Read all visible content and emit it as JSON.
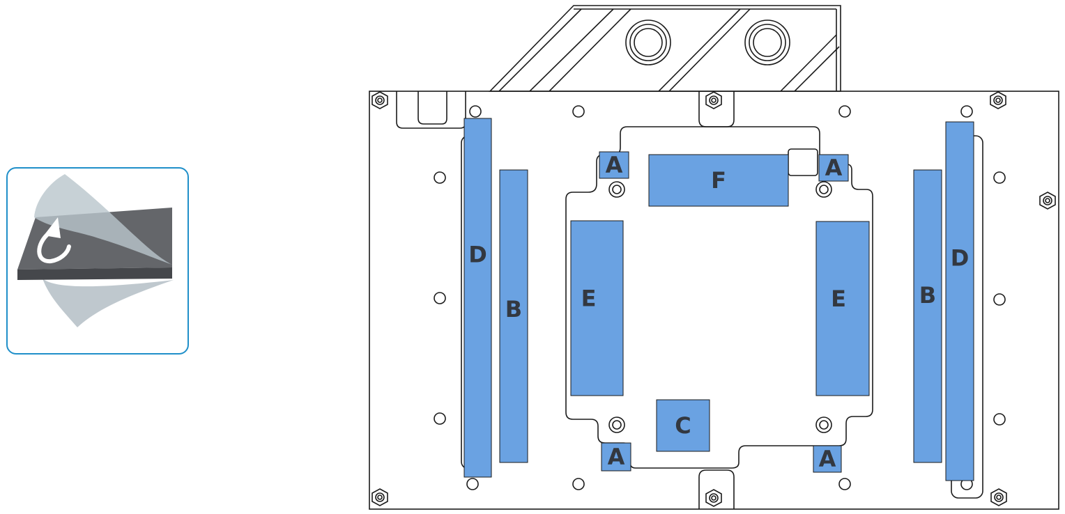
{
  "inset": {
    "icon": "peel-protective-film-icon",
    "border_color": "#1f8fc9"
  },
  "diagram": {
    "pad_color": "#6aa2e2",
    "pad_label_color": "#333840",
    "line_color": "#1a1a1a",
    "pads": [
      {
        "id": "pad-a-top-left",
        "label": "A"
      },
      {
        "id": "pad-a-top-right",
        "label": "A"
      },
      {
        "id": "pad-a-bottom-left",
        "label": "A"
      },
      {
        "id": "pad-a-bottom-right",
        "label": "A"
      },
      {
        "id": "pad-b-left",
        "label": "B"
      },
      {
        "id": "pad-b-right",
        "label": "B"
      },
      {
        "id": "pad-c",
        "label": "C"
      },
      {
        "id": "pad-d-left",
        "label": "D"
      },
      {
        "id": "pad-d-right",
        "label": "D"
      },
      {
        "id": "pad-e-left",
        "label": "E"
      },
      {
        "id": "pad-e-right",
        "label": "E"
      },
      {
        "id": "pad-f",
        "label": "F"
      }
    ]
  }
}
